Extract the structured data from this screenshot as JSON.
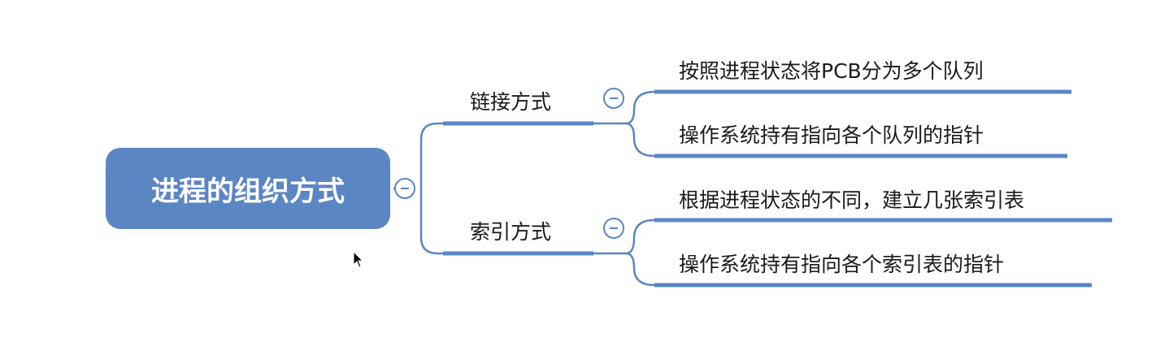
{
  "root": {
    "label": "进程的组织方式"
  },
  "branches": [
    {
      "label": "链接方式",
      "children": [
        "按照进程状态将PCB分为多个队列",
        "操作系统持有指向各个队列的指针"
      ]
    },
    {
      "label": "索引方式",
      "children": [
        "根据进程状态的不同，建立几张索引表",
        "操作系统持有指向各个索引表的指针"
      ]
    }
  ],
  "colors": {
    "accent": "#5b86c4",
    "text": "#1a1a1a",
    "background": "#ffffff"
  },
  "icons": {
    "toggle": "collapse-minus-icon",
    "cursor": "mouse-pointer-icon"
  }
}
